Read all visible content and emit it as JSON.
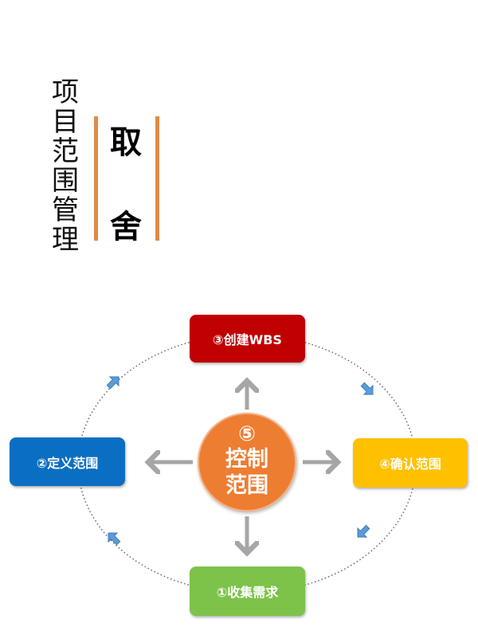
{
  "title": {
    "chars": [
      "项",
      "目",
      "范",
      "围",
      "管",
      "理"
    ]
  },
  "motto": {
    "top": "取",
    "bottom": "舍"
  },
  "diagram": {
    "center": {
      "number": "⑤",
      "line1": "控制",
      "line2": "范围"
    },
    "steps": [
      {
        "label": "①收集需求",
        "color": "#7dc34a"
      },
      {
        "label": "②定义范围",
        "color": "#0a6fc2"
      },
      {
        "label": "③创建WBS",
        "color": "#c00000"
      },
      {
        "label": "④确认范围",
        "color": "#ffc000"
      }
    ],
    "colors": {
      "bar": "#e08a45",
      "arrow_gray": "#a6a6a6",
      "arrow_blue": "#5b9bd5",
      "center": "#ed7d31"
    }
  }
}
